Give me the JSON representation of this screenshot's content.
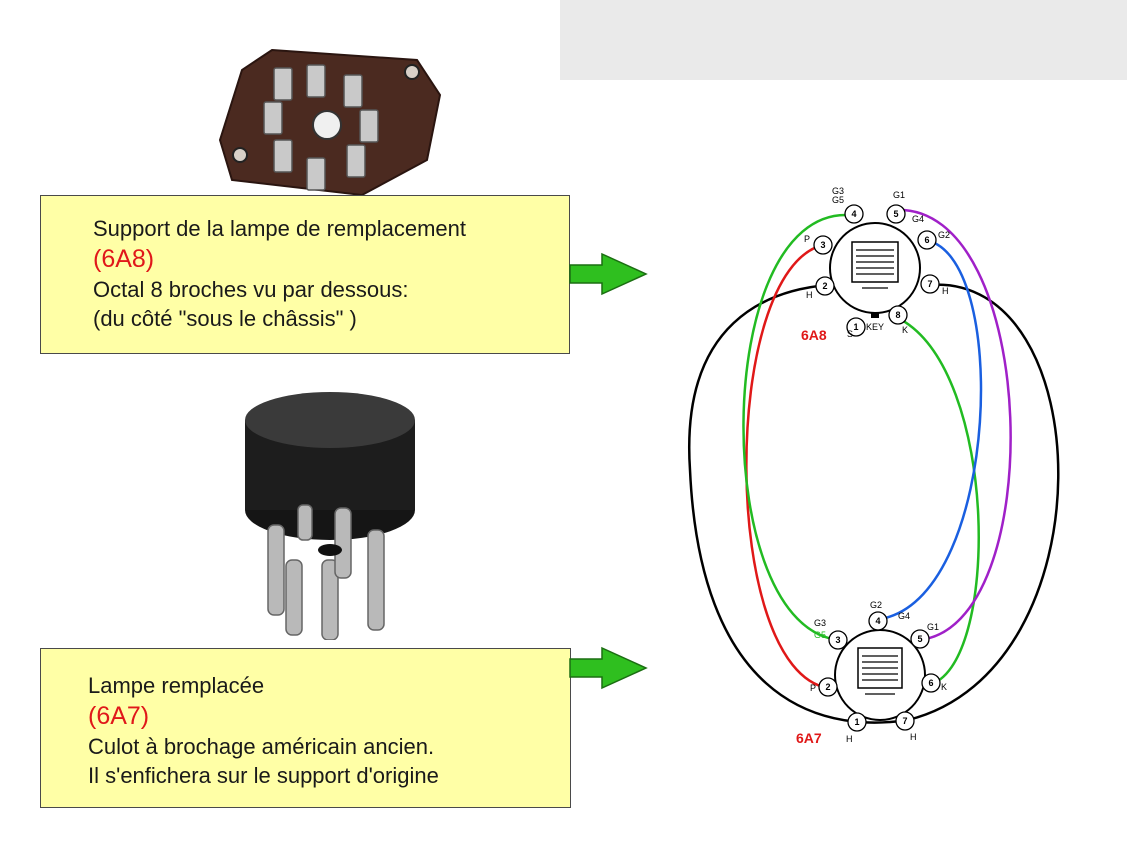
{
  "top_box": {
    "line1": "Support de la lampe de remplacement",
    "code": "(6A8)",
    "line2": "Octal 8 broches vu par dessous:",
    "line3": "(du côté \"sous le châssis\" )"
  },
  "bottom_box": {
    "line1": "Lampe remplacée",
    "code": "(6A7)",
    "line2": "Culot à brochage américain ancien.",
    "line3": "Il s'enfichera sur le support d'origine"
  },
  "diagram": {
    "tube_top": {
      "name": "6A8",
      "key_label": "KEY",
      "pins": [
        "1",
        "2",
        "3",
        "4",
        "5",
        "6",
        "7",
        "8"
      ],
      "labels": {
        "g3": "G3",
        "g5": "G5",
        "g1": "G1",
        "g4": "G4",
        "g2": "G2",
        "p": "P",
        "h_left": "H",
        "h_right": "H",
        "s": "S",
        "k": "K"
      }
    },
    "tube_bottom": {
      "name": "6A7",
      "pins": [
        "1",
        "2",
        "3",
        "4",
        "5",
        "6",
        "7"
      ],
      "labels": {
        "g2": "G2",
        "g4": "G4",
        "g3": "G3",
        "g5": "G5",
        "g1": "G1",
        "p": "P",
        "k": "K",
        "h_left": "H",
        "h_right": "H"
      }
    }
  },
  "colors": {
    "box_fill": "#ffffa6",
    "code_red": "#e0181a",
    "arrow_green": "#2fbf1f",
    "wire_red": "#e01818",
    "wire_green": "#22bb22",
    "wire_blue": "#1a5fe0",
    "wire_purple": "#a020c8",
    "wire_black": "#000000"
  }
}
